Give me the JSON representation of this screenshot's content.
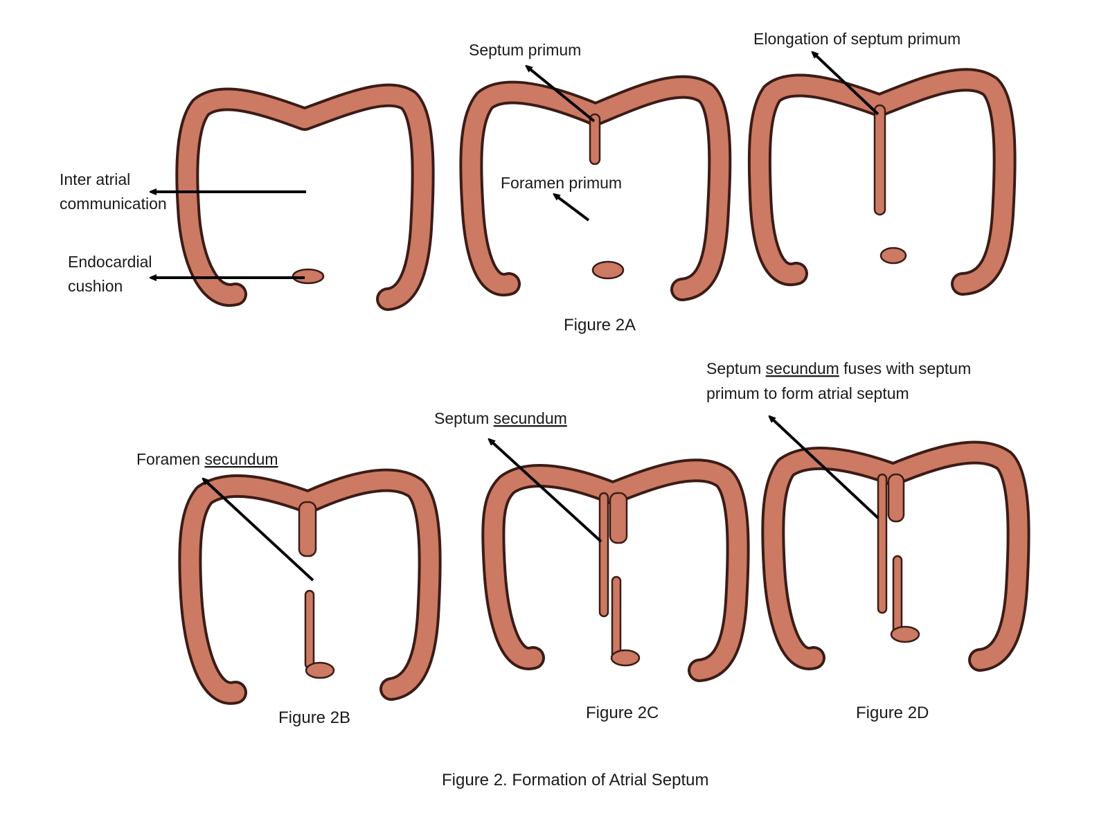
{
  "colors": {
    "tissue": "#cc7a63",
    "outline": "#3b1c17",
    "arrow": "#000000",
    "text": "#1a1a1a"
  },
  "panel_2a": {
    "caption": "Figure 2A",
    "inter_atrial_line1": "Inter atrial",
    "inter_atrial_line2": "communication",
    "endocardial_line1": "Endocardial",
    "endocardial_line2": "cushion",
    "septum_primum": "Septum primum",
    "foramen_primum": "Foramen primum",
    "elongation": "Elongation of septum primum"
  },
  "panel_2b": {
    "caption": "Figure 2B",
    "foramen_secundum_a": "Foramen ",
    "foramen_secundum_b": "secundum"
  },
  "panel_2c": {
    "caption": "Figure 2C",
    "septum_secundum_a": "Septum ",
    "septum_secundum_b": "secundum"
  },
  "panel_2d": {
    "caption": "Figure 2D",
    "fuses_line1_a": "Septum ",
    "fuses_line1_b": "secundum",
    "fuses_line1_c": " fuses with septum",
    "fuses_line2": "primum to form atrial septum"
  },
  "figure_caption": "Figure 2. Formation of Atrial Septum"
}
